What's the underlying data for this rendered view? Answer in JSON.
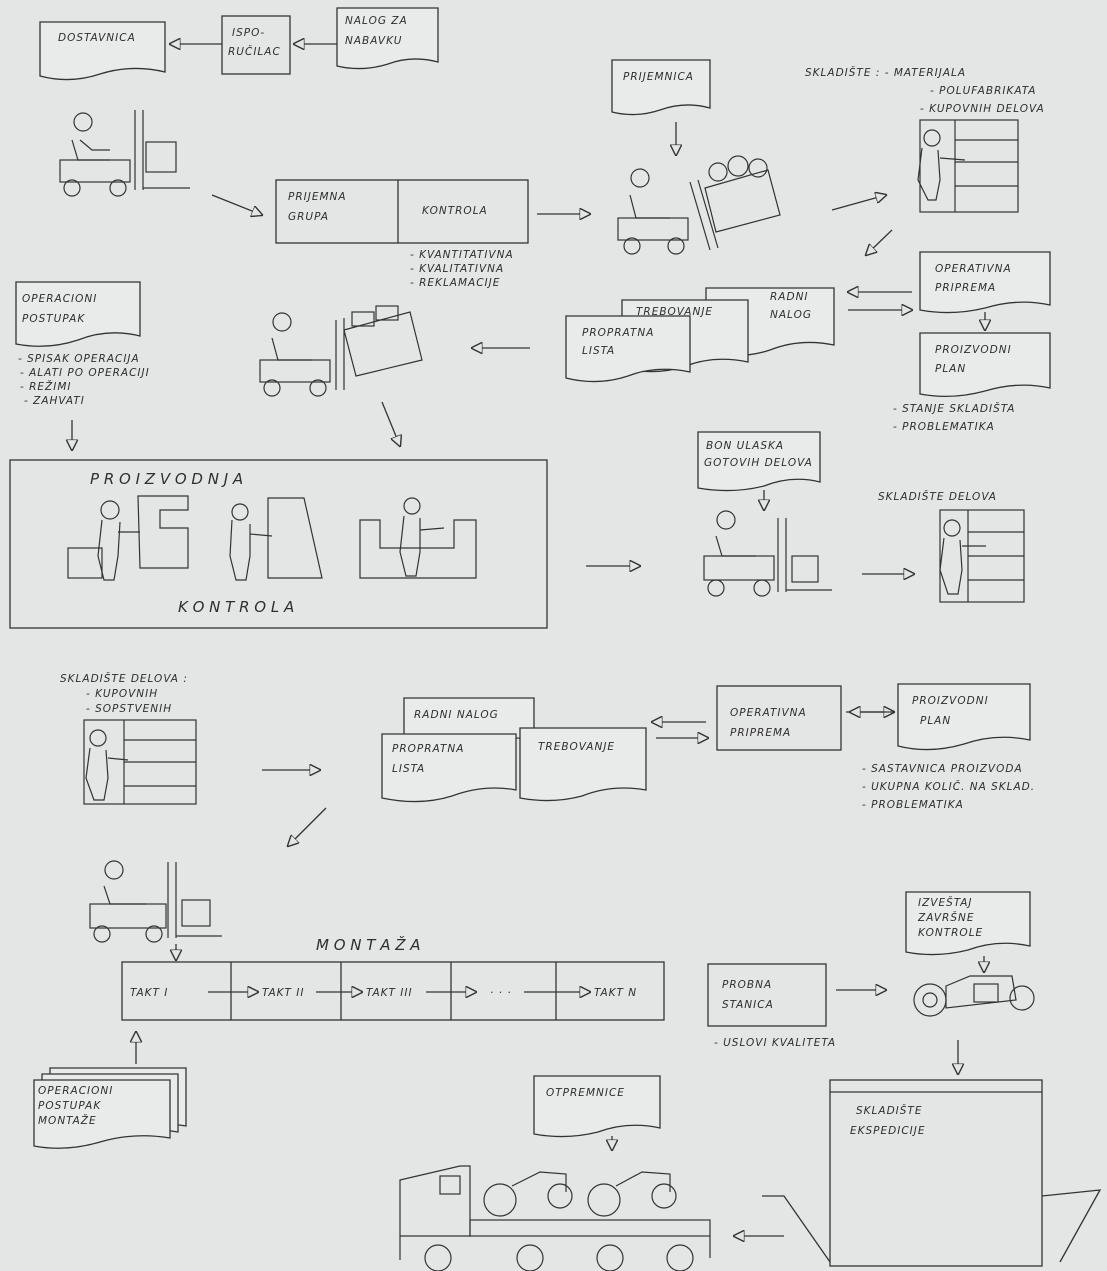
{
  "top": {
    "dostavnica": "DOSTAVNICA",
    "isporucilac": [
      "ISPO-",
      "RUČILAC"
    ],
    "nalog_za_nabavku": [
      "NALOG ZA",
      "NABAVKU"
    ],
    "prijemnica": "PRIJEMNICA",
    "skladiste": [
      "SKLADIŠTE : - MATERIJALA",
      "- POLUFABRIKATA",
      "- KUPOVNIH DELOVA"
    ],
    "prijemna_grupa": [
      "PRIJEMNA",
      "GRUPA"
    ],
    "kontrola": "KONTROLA",
    "kontrola_notes": [
      "- KVANTITATIVNA",
      "- KVALITATIVNA",
      "- REKLAMACIJE"
    ],
    "operaciona_priprema": [
      "OPERATIVNA",
      "PRIPREMA"
    ],
    "proizvodni_plan": [
      "PROIZVODNI",
      "PLAN"
    ],
    "plan_notes": [
      "- STANJE SKLADIŠTA",
      "- PROBLEMATIKA"
    ],
    "radni_nalog": [
      "RADNI",
      "NALOG"
    ],
    "trebovanje": "TREBOVANJE",
    "propratna_lista": [
      "PROPRATNA",
      "LISTA"
    ],
    "operacioni_postupak": [
      "OPERACIONI",
      "POSTUPAK"
    ],
    "postupak_notes": [
      "- SPISAK OPERACIJA",
      "- ALATI PO OPERACIJI",
      "- REŽIMI",
      "- ZAHVATI"
    ]
  },
  "production": {
    "title": "P R O I Z V O D N J A",
    "footer": "K O N T R O L A",
    "bon_ulaska": [
      "BON ULASKA",
      "GOTOVIH DELOVA"
    ],
    "skladiste_delova": "SKLADIŠTE DELOVA"
  },
  "middle": {
    "skladiste_delova": [
      "SKLADIŠTE DELOVA :",
      "- KUPOVNIH",
      "- SOPSTVENIH"
    ],
    "radni_nalog": "RADNI NALOG",
    "propratna_lista": [
      "PROPRATNA",
      "LISTA"
    ],
    "trebovanje": "TREBOVANJE",
    "operativna_priprema": [
      "OPERATIVNA",
      "PRIPREMA"
    ],
    "proizvodni_plan": [
      "PROIZVODNI",
      "PLAN"
    ],
    "plan_notes": [
      "- SASTAVNICA PROIZVODA",
      "- UKUPNA KOLIČ. NA SKLAD.",
      "- PROBLEMATIKA"
    ]
  },
  "assembly": {
    "title": "M O N T A Ž A",
    "takts": [
      "TAKT I",
      "TAKT II",
      "TAKT III",
      "· · ·",
      "TAKT N"
    ],
    "operacioni_postupak_montaze": [
      "OPERACIONI",
      "POSTUPAK",
      "MONTAŽE"
    ],
    "izvestaj": [
      "IZVEŠTAJ",
      "ZAVRŠNE",
      "KONTROLE"
    ],
    "probna_stanica": [
      "PROBNA",
      "STANICA"
    ],
    "uslovi_kvaliteta": "- USLOVI KVALITETA",
    "otpremnice": "OTPREMNICE",
    "skladiste_ekspedicije": [
      "SKLADIŠTE",
      "EKSPEDICIJE"
    ]
  }
}
